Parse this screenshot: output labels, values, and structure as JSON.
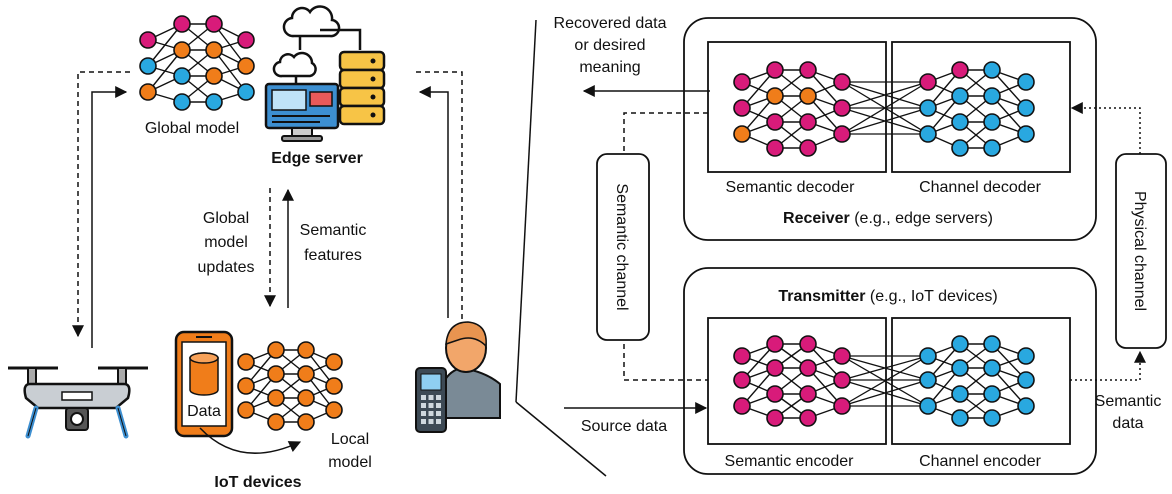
{
  "colors": {
    "magenta": "#d81b7a",
    "orange": "#f07d1a",
    "blue": "#29a8e0",
    "stroke": "#111111",
    "server_yellow": "#f7c446",
    "monitor_blue": "#3d8fd1",
    "person_skin": "#f2a66a",
    "person_body": "#7a8a96"
  },
  "left": {
    "global_model_label": "Global model",
    "edge_server_label": "Edge server",
    "global_updates_label": [
      "Global",
      "model",
      "updates"
    ],
    "semantic_features_label": [
      "Semantic",
      "features"
    ],
    "data_label": "Data",
    "local_model_label": [
      "Local",
      "model"
    ],
    "iot_devices_label": "IoT devices",
    "icons": [
      "cloud-icon",
      "server-rack-icon",
      "monitor-icon",
      "drone-icon",
      "smartphone-icon",
      "person-with-phone-icon"
    ]
  },
  "right": {
    "recovered_label": [
      "Recovered data",
      "or desired",
      "meaning"
    ],
    "semantic_channel_label": "Semantic channel",
    "physical_channel_label": "Physical channel",
    "semantic_decoder_label": "Semantic decoder",
    "channel_decoder_label": "Channel decoder",
    "receiver_bold": "Receiver",
    "receiver_rest": " (e.g., edge servers)",
    "transmitter_bold": "Transmitter",
    "transmitter_rest": " (e.g., IoT devices)",
    "semantic_encoder_label": "Semantic encoder",
    "channel_encoder_label": "Channel encoder",
    "source_data_label": "Source data",
    "semantic_data_label": [
      "Semantic",
      "data"
    ]
  }
}
